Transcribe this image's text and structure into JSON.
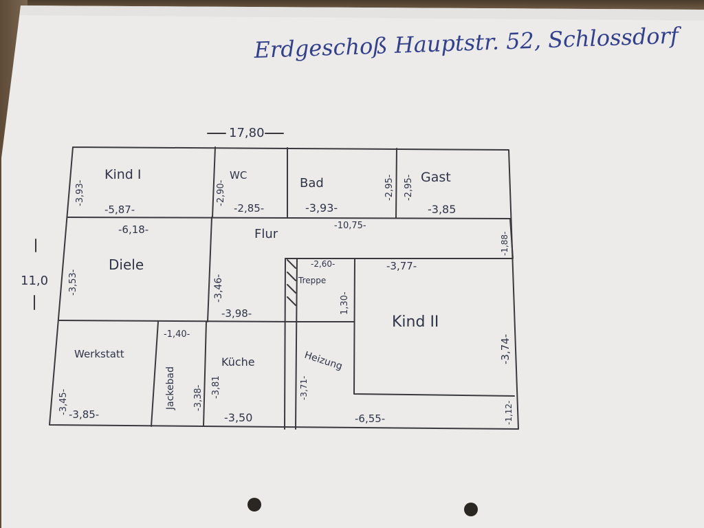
{
  "title": "Erdgeschoß   Hauptstr. 52, Schlossdorf",
  "overall": {
    "width": "17,80",
    "height": "11,0"
  },
  "rooms": {
    "kind1": "Kind I",
    "wc": "WC",
    "bad": "Bad",
    "gast": "Gast",
    "flur": "Flur",
    "diele": "Diele",
    "treppe": "Treppe",
    "kind2": "Kind II",
    "werkstatt": "Werkstatt",
    "jackebad": "Jackebad",
    "kueche": "Küche",
    "heizung": "Heizung"
  },
  "dims": {
    "kind1_w": "-5,87-",
    "kind1_h": "-3,93-",
    "wc_w": "-2,85-",
    "wc_h": "-2,90-",
    "bad_w": "-3,93-",
    "bad_h": "-2,95-",
    "gast_w": "-3,85",
    "gast_h": "-2,95-",
    "diele_w": "-6,18-",
    "diele_h": "-3,53-",
    "flur_w": "-10,75-",
    "flur_h_right": "-1,88-",
    "flur_h": "-3,46-",
    "flur_bottom": "-3,98-",
    "treppe_w": "-2,60-",
    "treppe_h": "1,30-",
    "kind2_w": "-3,77-",
    "kind2_h": "-3,74-",
    "werkstatt_w": "-3,85-",
    "werkstatt_h": "-3,45-",
    "jackebad_w": "-1,40-",
    "jackebad_h": "-3,38-",
    "kueche_w": "-3,50",
    "kueche_h": "-3,81",
    "heizung_h": "-3,71-",
    "bottom_w": "-6,55-",
    "corner_h": "-1,12-"
  }
}
